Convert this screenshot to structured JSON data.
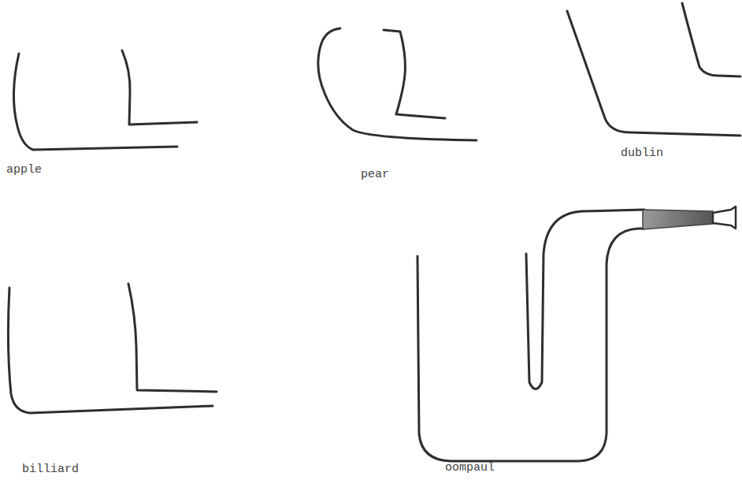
{
  "diagram": {
    "labels": [
      "apple",
      "pear",
      "dublin",
      "billiard",
      "oompaul"
    ]
  }
}
